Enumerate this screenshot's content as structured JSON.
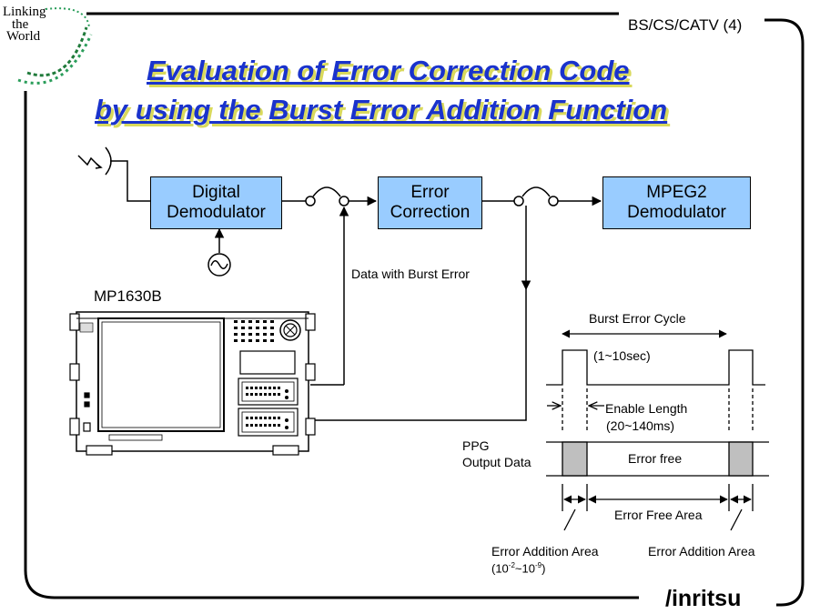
{
  "header": {
    "section_label": "BS/CS/CATV (4)",
    "logo_text_lines": [
      "Linking",
      "the",
      "World"
    ],
    "brand": "/inritsu"
  },
  "title": {
    "line1": "Evaluation of Error Correction Code",
    "line2": "by using the Burst Error Addition Function"
  },
  "blocks": {
    "digital_demodulator": [
      "Digital",
      "Demodulator"
    ],
    "error_correction": [
      "Error",
      "Correction"
    ],
    "mpeg2_demodulator": [
      "MPEG2",
      "Demodulator"
    ]
  },
  "labels": {
    "data_with_burst_error": "Data with Burst Error",
    "instrument": "MP1630B",
    "ppg_output_line1": "PPG",
    "ppg_output_line2": "Output Data",
    "burst_error_cycle": "Burst Error Cycle",
    "burst_cycle_range": "(1~10sec)",
    "enable_length": "Enable Length",
    "enable_length_range": "(20~140ms)",
    "error_free": "Error free",
    "error_free_area": "Error Free Area",
    "error_addition_area_left": "Error Addition Area",
    "error_addition_range_prefix": "(10",
    "error_addition_range_exp1": "-2",
    "error_addition_range_mid": "~10",
    "error_addition_range_exp2": "-9",
    "error_addition_range_suffix": ")",
    "error_addition_area_right": "Error Addition Area"
  },
  "colors": {
    "block_fill": "#99ccff",
    "title_color": "#1a33cc",
    "title_shadow": "#d9d95c",
    "error_area_fill": "#bfbfbf"
  }
}
